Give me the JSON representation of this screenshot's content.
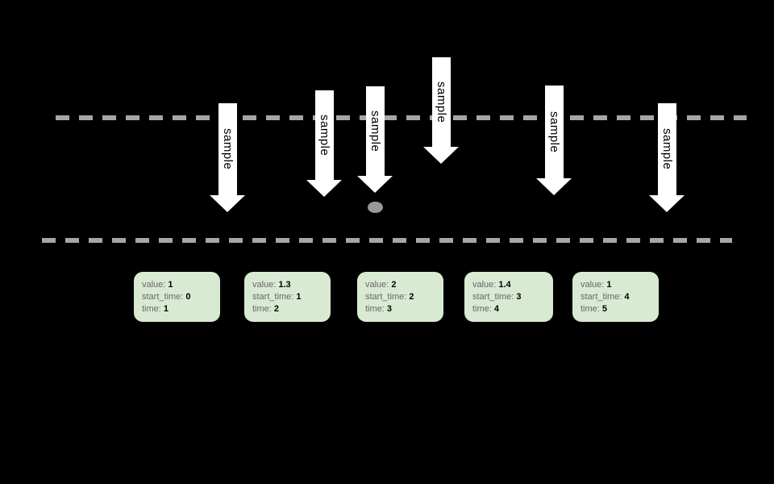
{
  "canvas": {
    "background": "#000000"
  },
  "colors": {
    "dashed_line": "#a6a6a6",
    "arrow_fill": "#ffffff",
    "arrow_text": "#000000",
    "dot": "#999999",
    "card_fill": "#d9ead3",
    "card_label": "#666666",
    "card_value": "#000000"
  },
  "arrow_label": "sample",
  "field_labels": {
    "value": "value:",
    "start_time": "start_time:",
    "time": "time:"
  },
  "samples": [
    {
      "value": "1",
      "start_time": "0",
      "time": "1"
    },
    {
      "value": "1.3",
      "start_time": "1",
      "time": "2"
    },
    {
      "value": "2",
      "start_time": "2",
      "time": "3"
    },
    {
      "value": "1.4",
      "start_time": "3",
      "time": "4"
    },
    {
      "value": "1",
      "start_time": "4",
      "time": "5"
    }
  ]
}
